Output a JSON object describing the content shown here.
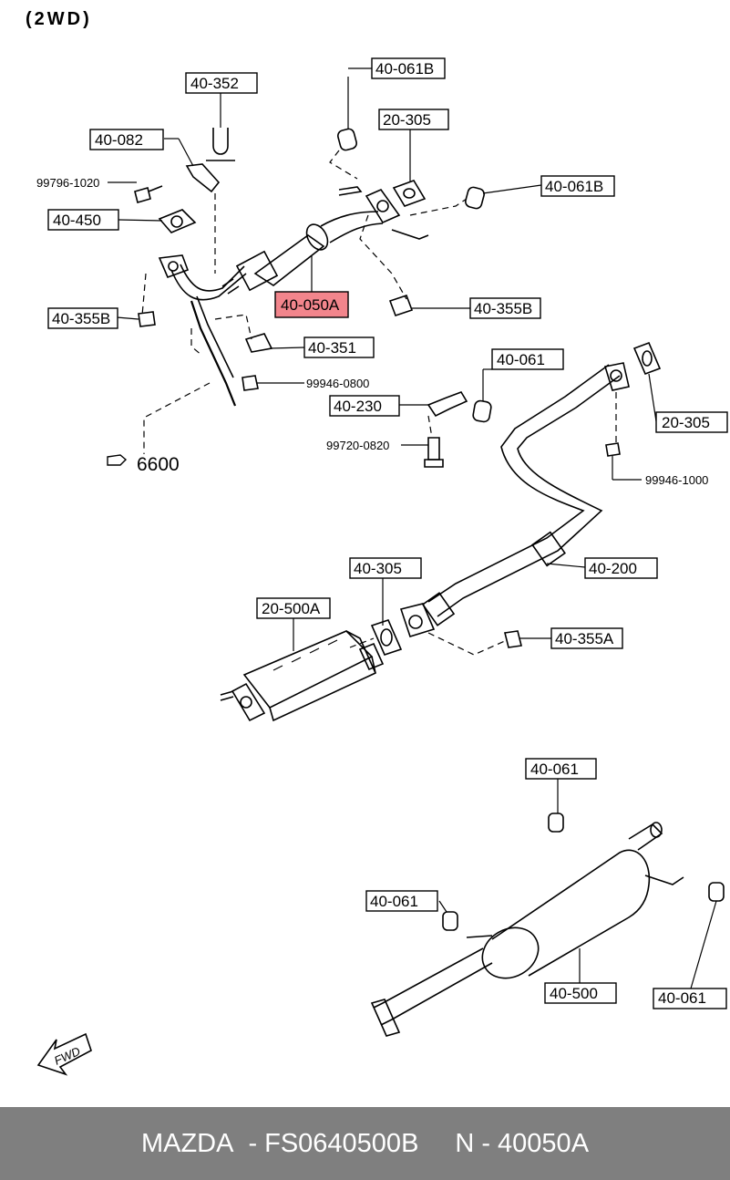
{
  "header_label": "(2WD)",
  "colors": {
    "highlight": "#f2858c",
    "footer_bg": "#7f7f7f",
    "line": "#000000"
  },
  "labels": [
    {
      "id": "40-352",
      "text": "40-352"
    },
    {
      "id": "40-061B-top",
      "text": "40-061B"
    },
    {
      "id": "40-082",
      "text": "40-082"
    },
    {
      "id": "20-305-top",
      "text": "20-305"
    },
    {
      "id": "99796-1020",
      "text": "99796-1020"
    },
    {
      "id": "40-061B-right",
      "text": "40-061B"
    },
    {
      "id": "40-450",
      "text": "40-450"
    },
    {
      "id": "40-050A",
      "text": "40-050A",
      "highlighted": true
    },
    {
      "id": "40-355B-left",
      "text": "40-355B"
    },
    {
      "id": "40-355B-right",
      "text": "40-355B"
    },
    {
      "id": "40-351",
      "text": "40-351"
    },
    {
      "id": "40-061-mid",
      "text": "40-061"
    },
    {
      "id": "99946-0800",
      "text": "99946-0800"
    },
    {
      "id": "40-230",
      "text": "40-230"
    },
    {
      "id": "20-305-right",
      "text": "20-305"
    },
    {
      "id": "99720-0820",
      "text": "99720-0820"
    },
    {
      "id": "6600",
      "text": "6600"
    },
    {
      "id": "99946-1000",
      "text": "99946-1000"
    },
    {
      "id": "40-305",
      "text": "40-305"
    },
    {
      "id": "40-200",
      "text": "40-200"
    },
    {
      "id": "20-500A",
      "text": "20-500A"
    },
    {
      "id": "40-355A",
      "text": "40-355A"
    },
    {
      "id": "40-061-low-top",
      "text": "40-061"
    },
    {
      "id": "40-061-low-left",
      "text": "40-061"
    },
    {
      "id": "40-500",
      "text": "40-500"
    },
    {
      "id": "40-061-low-right",
      "text": "40-061"
    }
  ],
  "fwd_label": "FWD",
  "footer": {
    "brand": "MAZDA",
    "part_number": "FS0640500B",
    "n_label": "N",
    "n_value": "40050A"
  }
}
